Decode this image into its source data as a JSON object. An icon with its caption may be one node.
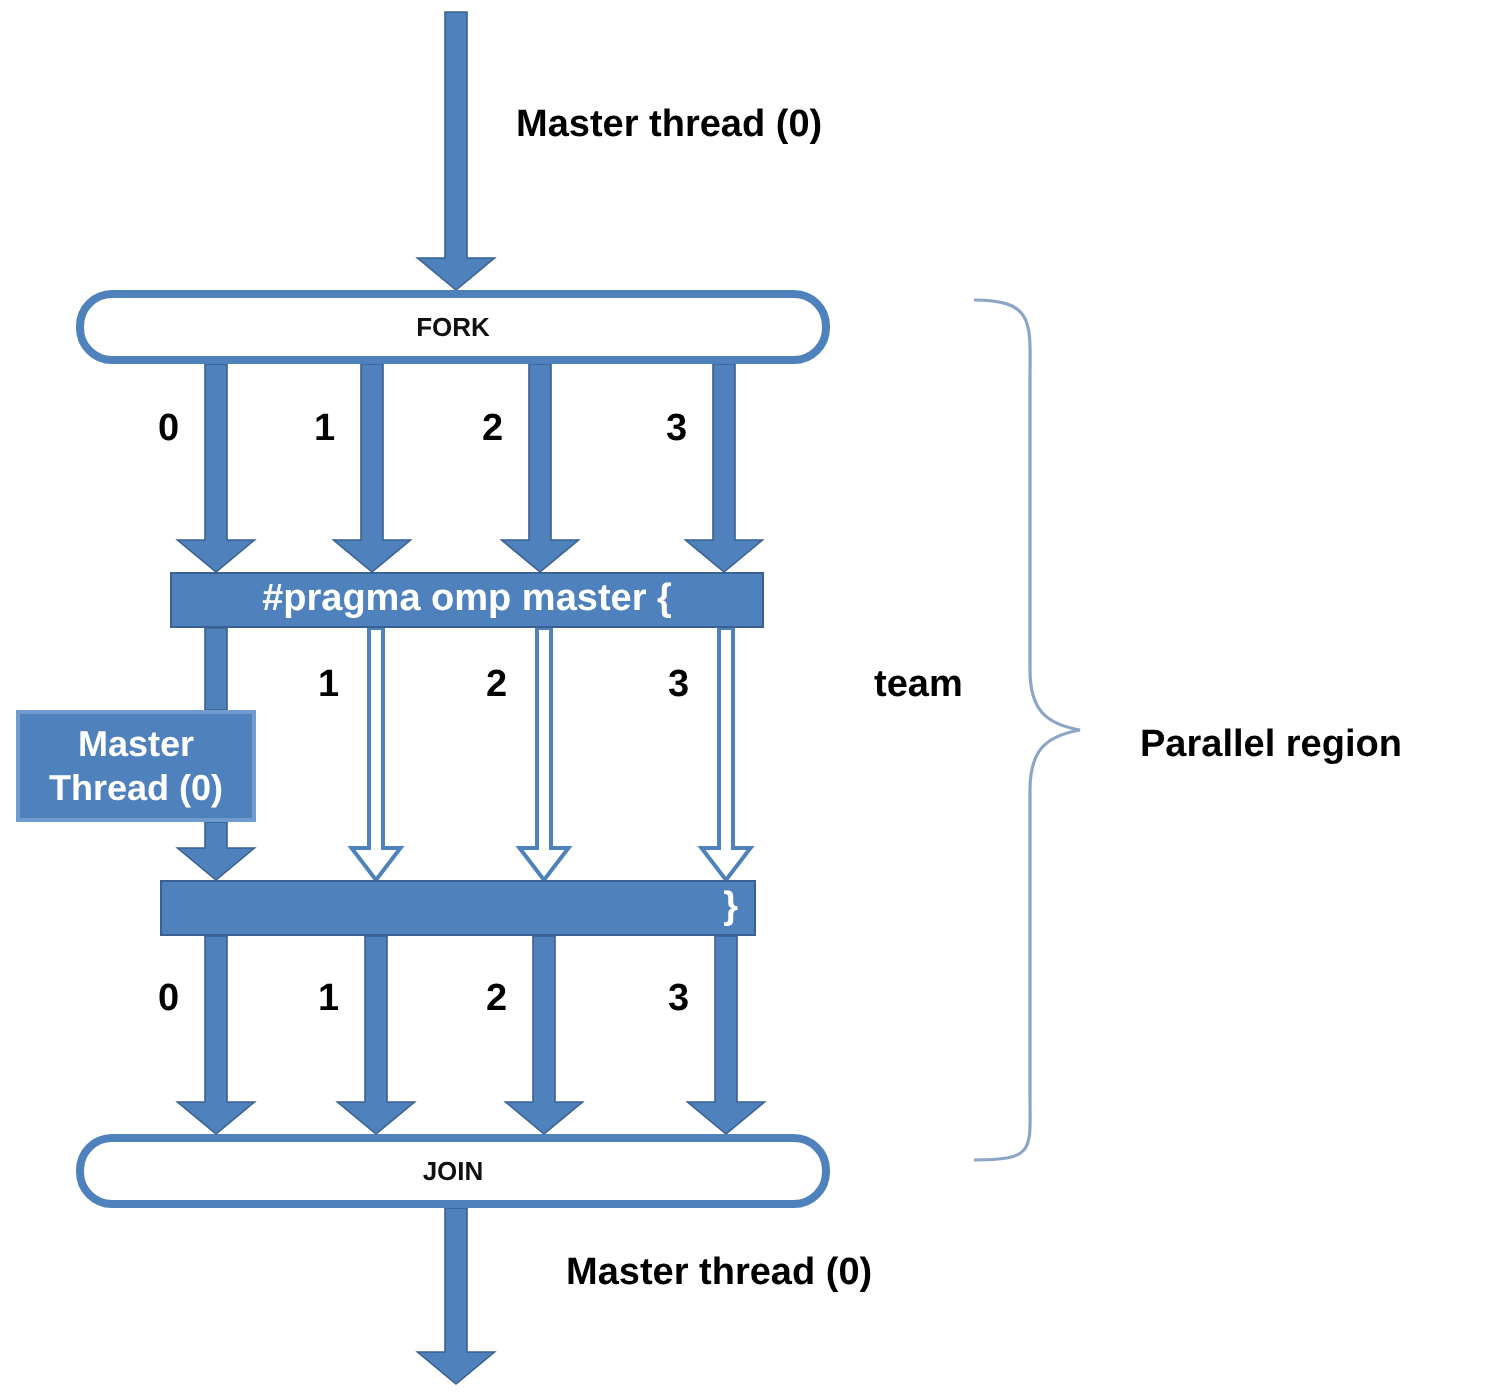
{
  "diagram": {
    "nodes": [
      {
        "text": [
          "FORK"
        ]
      },
      {
        "text": [
          "#pragma omp master {"
        ]
      },
      {
        "text": [
          "}"
        ]
      },
      {
        "text": [
          "JOIN"
        ]
      },
      {
        "text": [
          "Master Thread (0)"
        ]
      }
    ],
    "edges": [
      {
        "from": null,
        "to": 0,
        "arrow": "to"
      },
      {
        "from": 0,
        "to": 1,
        "arrow": "to",
        "label": "0"
      },
      {
        "from": 0,
        "to": 1,
        "arrow": "to",
        "label": "1"
      },
      {
        "from": 0,
        "to": 1,
        "arrow": "to",
        "label": "2"
      },
      {
        "from": 0,
        "to": 1,
        "arrow": "to",
        "label": "3"
      },
      {
        "from": 1,
        "to": 4,
        "arrow": "none"
      },
      {
        "from": 4,
        "to": 2,
        "arrow": "to"
      },
      {
        "from": 1,
        "to": 2,
        "arrow": "to",
        "label": "1",
        "color": "#ffffff"
      },
      {
        "from": 1,
        "to": 2,
        "arrow": "to",
        "label": "2",
        "color": "#ffffff"
      },
      {
        "from": 1,
        "to": 2,
        "arrow": "to",
        "label": "3",
        "color": "#ffffff"
      },
      {
        "from": 2,
        "to": 3,
        "arrow": "to",
        "label": "0"
      },
      {
        "from": 2,
        "to": 3,
        "arrow": "to",
        "label": "1"
      },
      {
        "from": 2,
        "to": 3,
        "arrow": "to",
        "label": "2"
      },
      {
        "from": 2,
        "to": 3,
        "arrow": "to",
        "label": "3"
      },
      {
        "from": 3,
        "to": null,
        "arrow": "to"
      }
    ],
    "labels": [
      "Master thread (0)",
      "team",
      "Parallel region",
      "Master thread (0)"
    ]
  }
}
